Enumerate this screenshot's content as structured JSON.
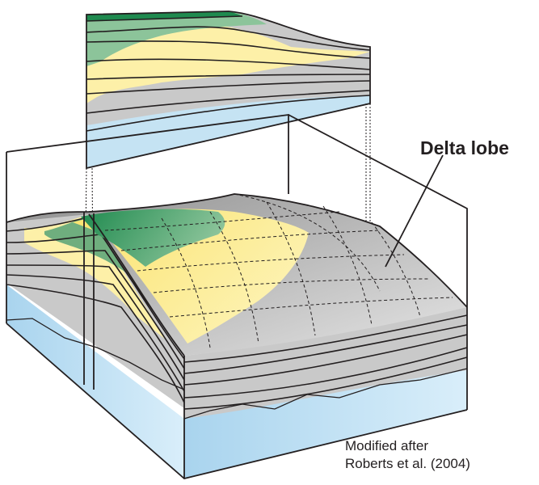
{
  "labels": {
    "delta_lobe": "Delta lobe",
    "credit_line1": "Modified after",
    "credit_line2": "Roberts et al. (2004)"
  },
  "colors": {
    "outline": "#231f20",
    "sand_yellow": "#fdf0a8",
    "delta_plain_green": "#6fae7e",
    "mud_grey": "#c9c9c9",
    "substrate_blue": "#c5e3f3"
  }
}
